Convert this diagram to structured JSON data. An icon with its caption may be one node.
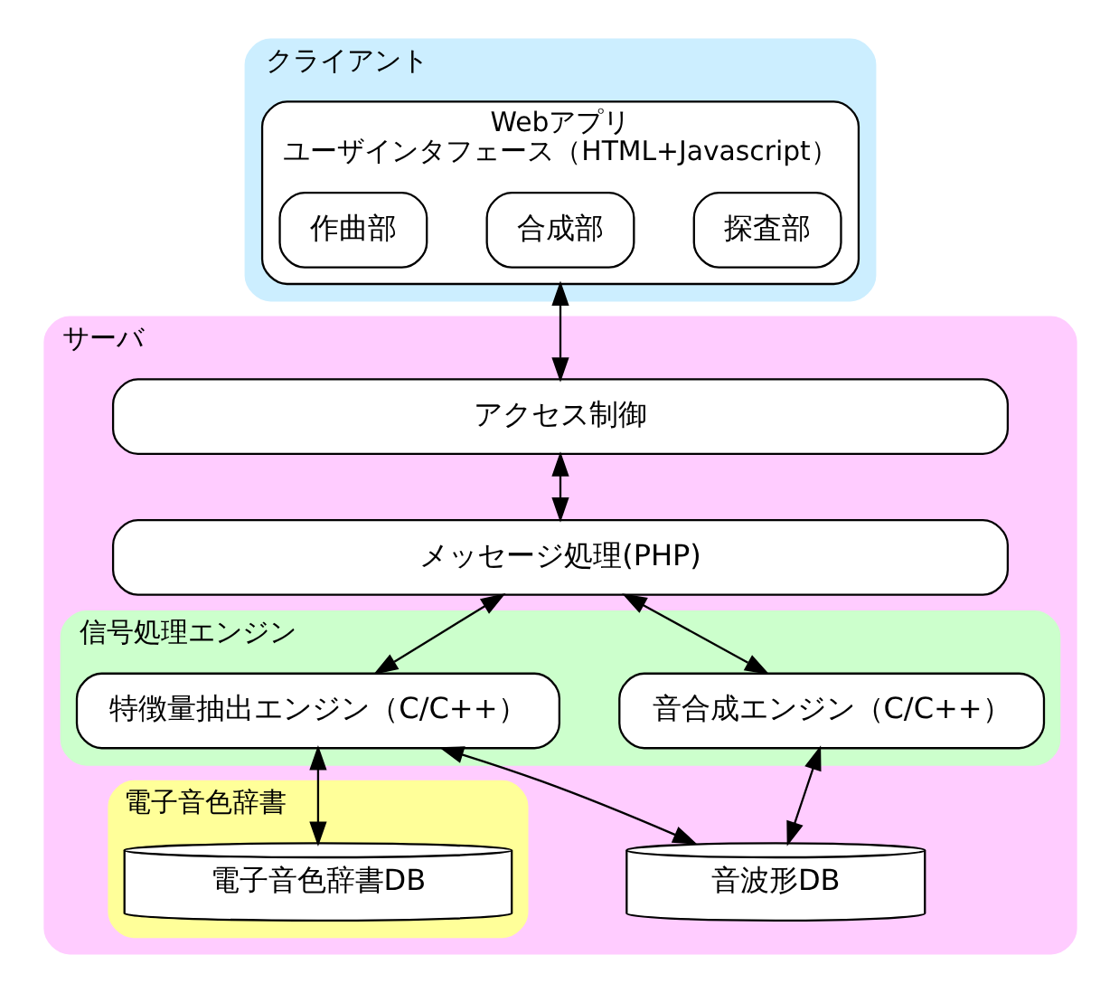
{
  "diagram": {
    "nodes": [
      {
        "text": [
          "クライアント"
        ]
      },
      {
        "text": [
          "Webアプリ",
          "ユーザインタフェース（HTML+Javascript）"
        ],
        "in": 0
      },
      {
        "text": [
          "探査部"
        ],
        "in": 1
      },
      {
        "text": [
          "合成部"
        ],
        "in": 1
      },
      {
        "text": [
          "作曲部"
        ],
        "in": 1
      },
      {
        "text": [
          "サーバ"
        ]
      },
      {
        "text": [
          "アクセス制御"
        ],
        "in": 5
      },
      {
        "text": [
          "メッセージ処理(PHP)"
        ],
        "in": 5
      },
      {
        "text": [
          "信号処理エンジン"
        ],
        "in": 5
      },
      {
        "text": [
          "特徴量抽出エンジン（C/C++）"
        ],
        "in": 8
      },
      {
        "text": [
          "音合成エンジン（C/C++）"
        ],
        "in": 8
      },
      {
        "text": [
          "電子音色辞書"
        ],
        "in": 5
      },
      {
        "text": [
          "電子音色辞書DB"
        ],
        "in": 11
      },
      {
        "text": [
          "音波形DB"
        ],
        "in": 5
      }
    ],
    "edges": [
      {
        "from": 1,
        "to": 6,
        "arrow": "both"
      },
      {
        "from": 6,
        "to": 7,
        "arrow": "both"
      },
      {
        "from": 7,
        "to": 9,
        "arrow": "both"
      },
      {
        "from": 7,
        "to": 10,
        "arrow": "both"
      },
      {
        "from": 9,
        "to": 12,
        "arrow": "both"
      },
      {
        "from": 9,
        "to": 13,
        "arrow": "both"
      },
      {
        "from": 10,
        "to": 13,
        "arrow": "both"
      }
    ]
  }
}
